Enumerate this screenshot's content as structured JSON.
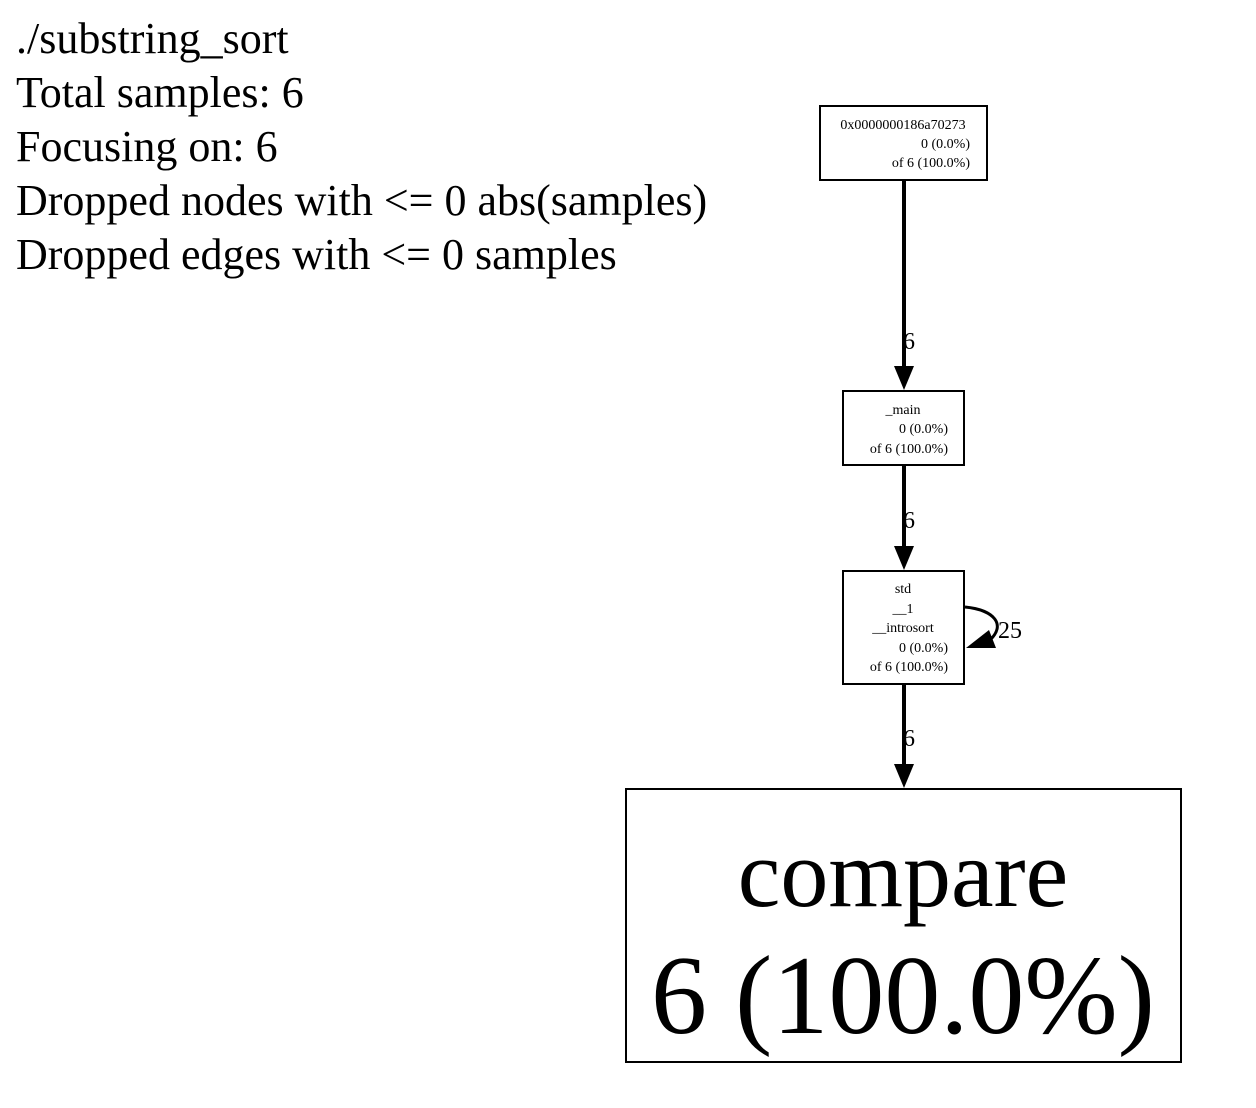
{
  "header": {
    "title": "./substring_sort",
    "total_samples": "Total samples: 6",
    "focusing_on": "Focusing on: 6",
    "dropped_nodes": "Dropped nodes with <= 0 abs(samples)",
    "dropped_edges": "Dropped edges with <= 0 samples"
  },
  "nodes": {
    "root": {
      "line1": "0x0000000186a70273",
      "line2": "0 (0.0%)",
      "line3": "of 6 (100.0%)"
    },
    "main": {
      "line1": "_main",
      "line2": "0 (0.0%)",
      "line3": "of 6 (100.0%)"
    },
    "introsort": {
      "line1": "std",
      "line2": "__1",
      "line3": "__introsort",
      "line4": "0 (0.0%)",
      "line5": "of 6 (100.0%)"
    },
    "compare": {
      "line1": "compare",
      "line2": "6 (100.0%)"
    }
  },
  "edges": {
    "root_to_main": "6",
    "main_to_introsort": "6",
    "introsort_self": "25",
    "introsort_to_compare": "6"
  }
}
